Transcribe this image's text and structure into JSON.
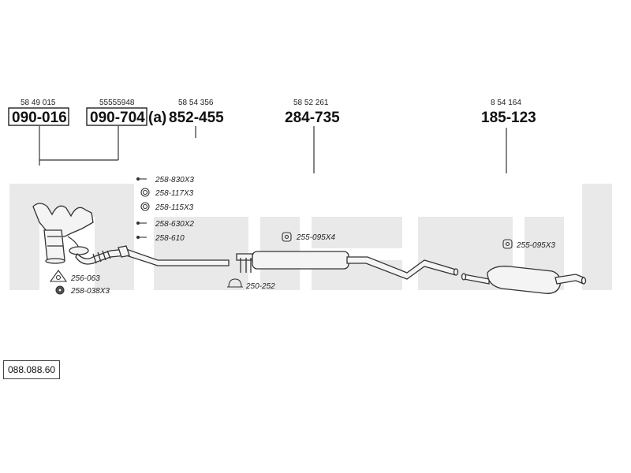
{
  "parts": [
    {
      "ref": "58 49 015",
      "part": "090-016",
      "boxed": true
    },
    {
      "ref": "55555948",
      "part": "090-704",
      "boxed": true,
      "suffix": "(a)"
    },
    {
      "ref": "58 54 356",
      "part": "852-455",
      "boxed": false
    },
    {
      "ref": "58 52 261",
      "part": "284-735",
      "boxed": false
    },
    {
      "ref": "8 54 164",
      "part": "185-123",
      "boxed": false
    }
  ],
  "accessories": [
    {
      "code": "258-830X3",
      "icon": "bolt-icon"
    },
    {
      "code": "258-117X3",
      "icon": "ring-gasket-icon"
    },
    {
      "code": "258-115X3",
      "icon": "ring-gasket-icon"
    },
    {
      "code": "258-630X2",
      "icon": "bolt-icon"
    },
    {
      "code": "258-610",
      "icon": "bolt-icon"
    },
    {
      "code": "256-063",
      "icon": "triangle-gasket-icon"
    },
    {
      "code": "258-038X3",
      "icon": "nut-icon"
    },
    {
      "code": "250-252",
      "icon": "clamp-icon"
    },
    {
      "code": "255-095X4",
      "icon": "rubber-mount-icon"
    },
    {
      "code": "255-095X3",
      "icon": "rubber-mount-icon"
    }
  ],
  "diagram_code": "088.088.60",
  "watermark": "bosal",
  "colors": {
    "watermark": "#e9e9e9",
    "line": "#333333",
    "pipe_fill": "#f4f4f4"
  }
}
